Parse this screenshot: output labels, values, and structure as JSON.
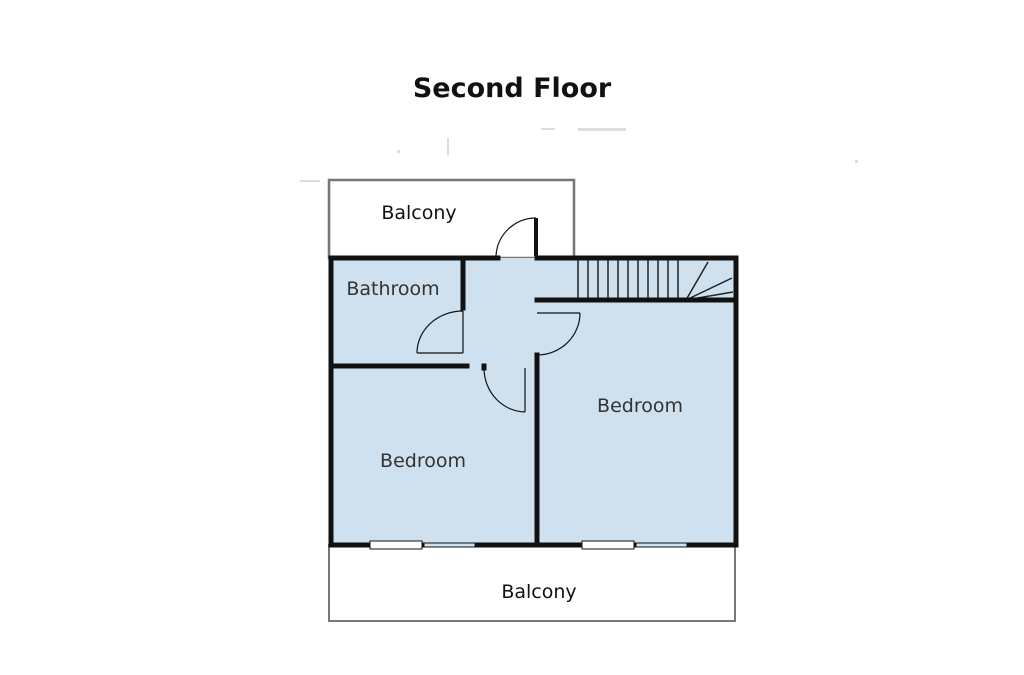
{
  "title": "Second Floor",
  "rooms": {
    "balcony_top": "Balcony",
    "bathroom": "Bathroom",
    "bedroom_left": "Bedroom",
    "bedroom_right": "Bedroom",
    "balcony_bottom": "Balcony"
  },
  "colors": {
    "floor_fill": "#cfe0ee",
    "wall": "#111111",
    "balcony_border": "#777777"
  }
}
